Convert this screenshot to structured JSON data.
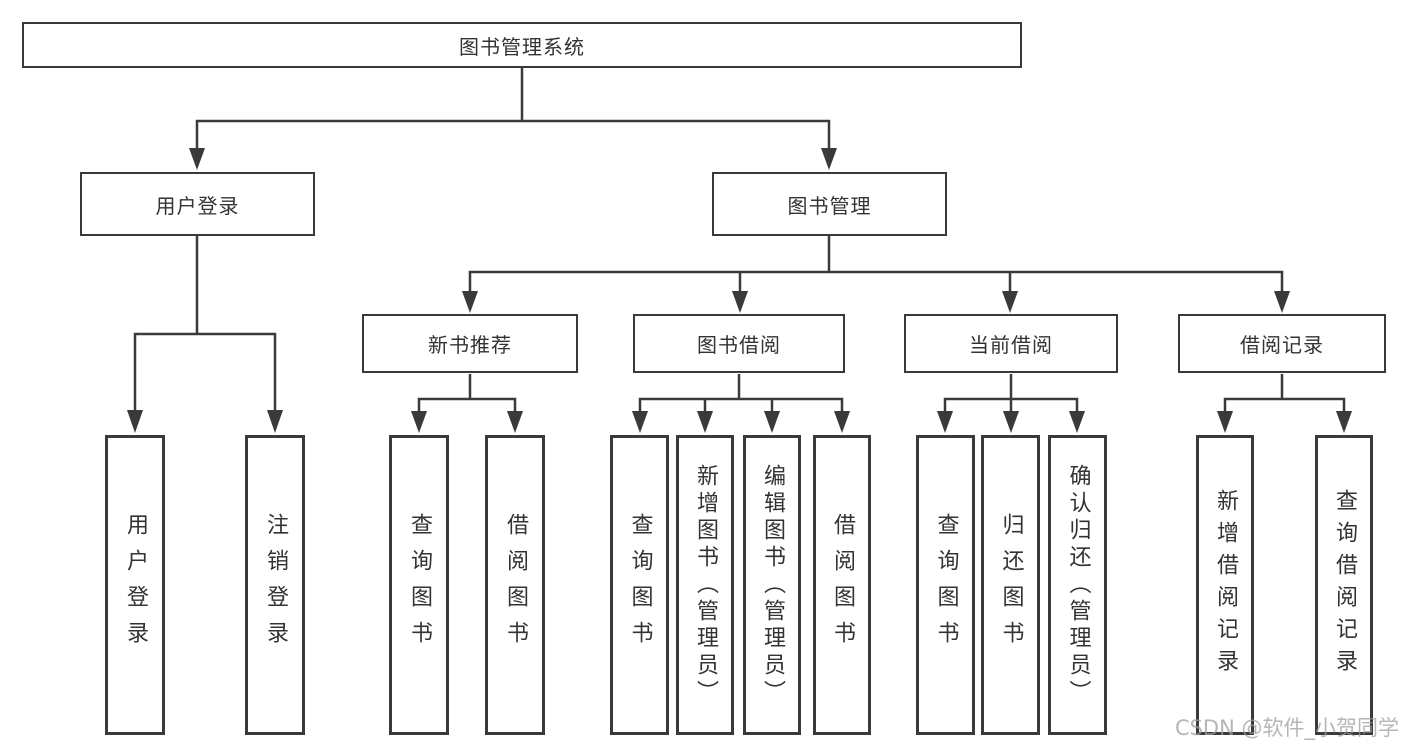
{
  "tree": {
    "root": "图书管理系统",
    "branches": [
      {
        "label": "用户登录",
        "children": [
          "用户登录",
          "注销登录"
        ]
      },
      {
        "label": "图书管理",
        "children": [
          {
            "label": "新书推荐",
            "children": [
              "查询图书",
              "借阅图书"
            ]
          },
          {
            "label": "图书借阅",
            "children": [
              "查询图书",
              "新增图书（管理员）",
              "编辑图书（管理员）",
              "借阅图书"
            ]
          },
          {
            "label": "当前借阅",
            "children": [
              "查询图书",
              "归还图书",
              "确认归还（管理员）"
            ]
          },
          {
            "label": "借阅记录",
            "children": [
              "新增借阅记录",
              "查询借阅记录"
            ]
          }
        ]
      }
    ]
  },
  "watermark": "CSDN @软件_小贺同学",
  "colors": {
    "line": "#3a3a3a",
    "text": "#333333",
    "background": "#ffffff",
    "watermark": "#9e9e9e"
  }
}
